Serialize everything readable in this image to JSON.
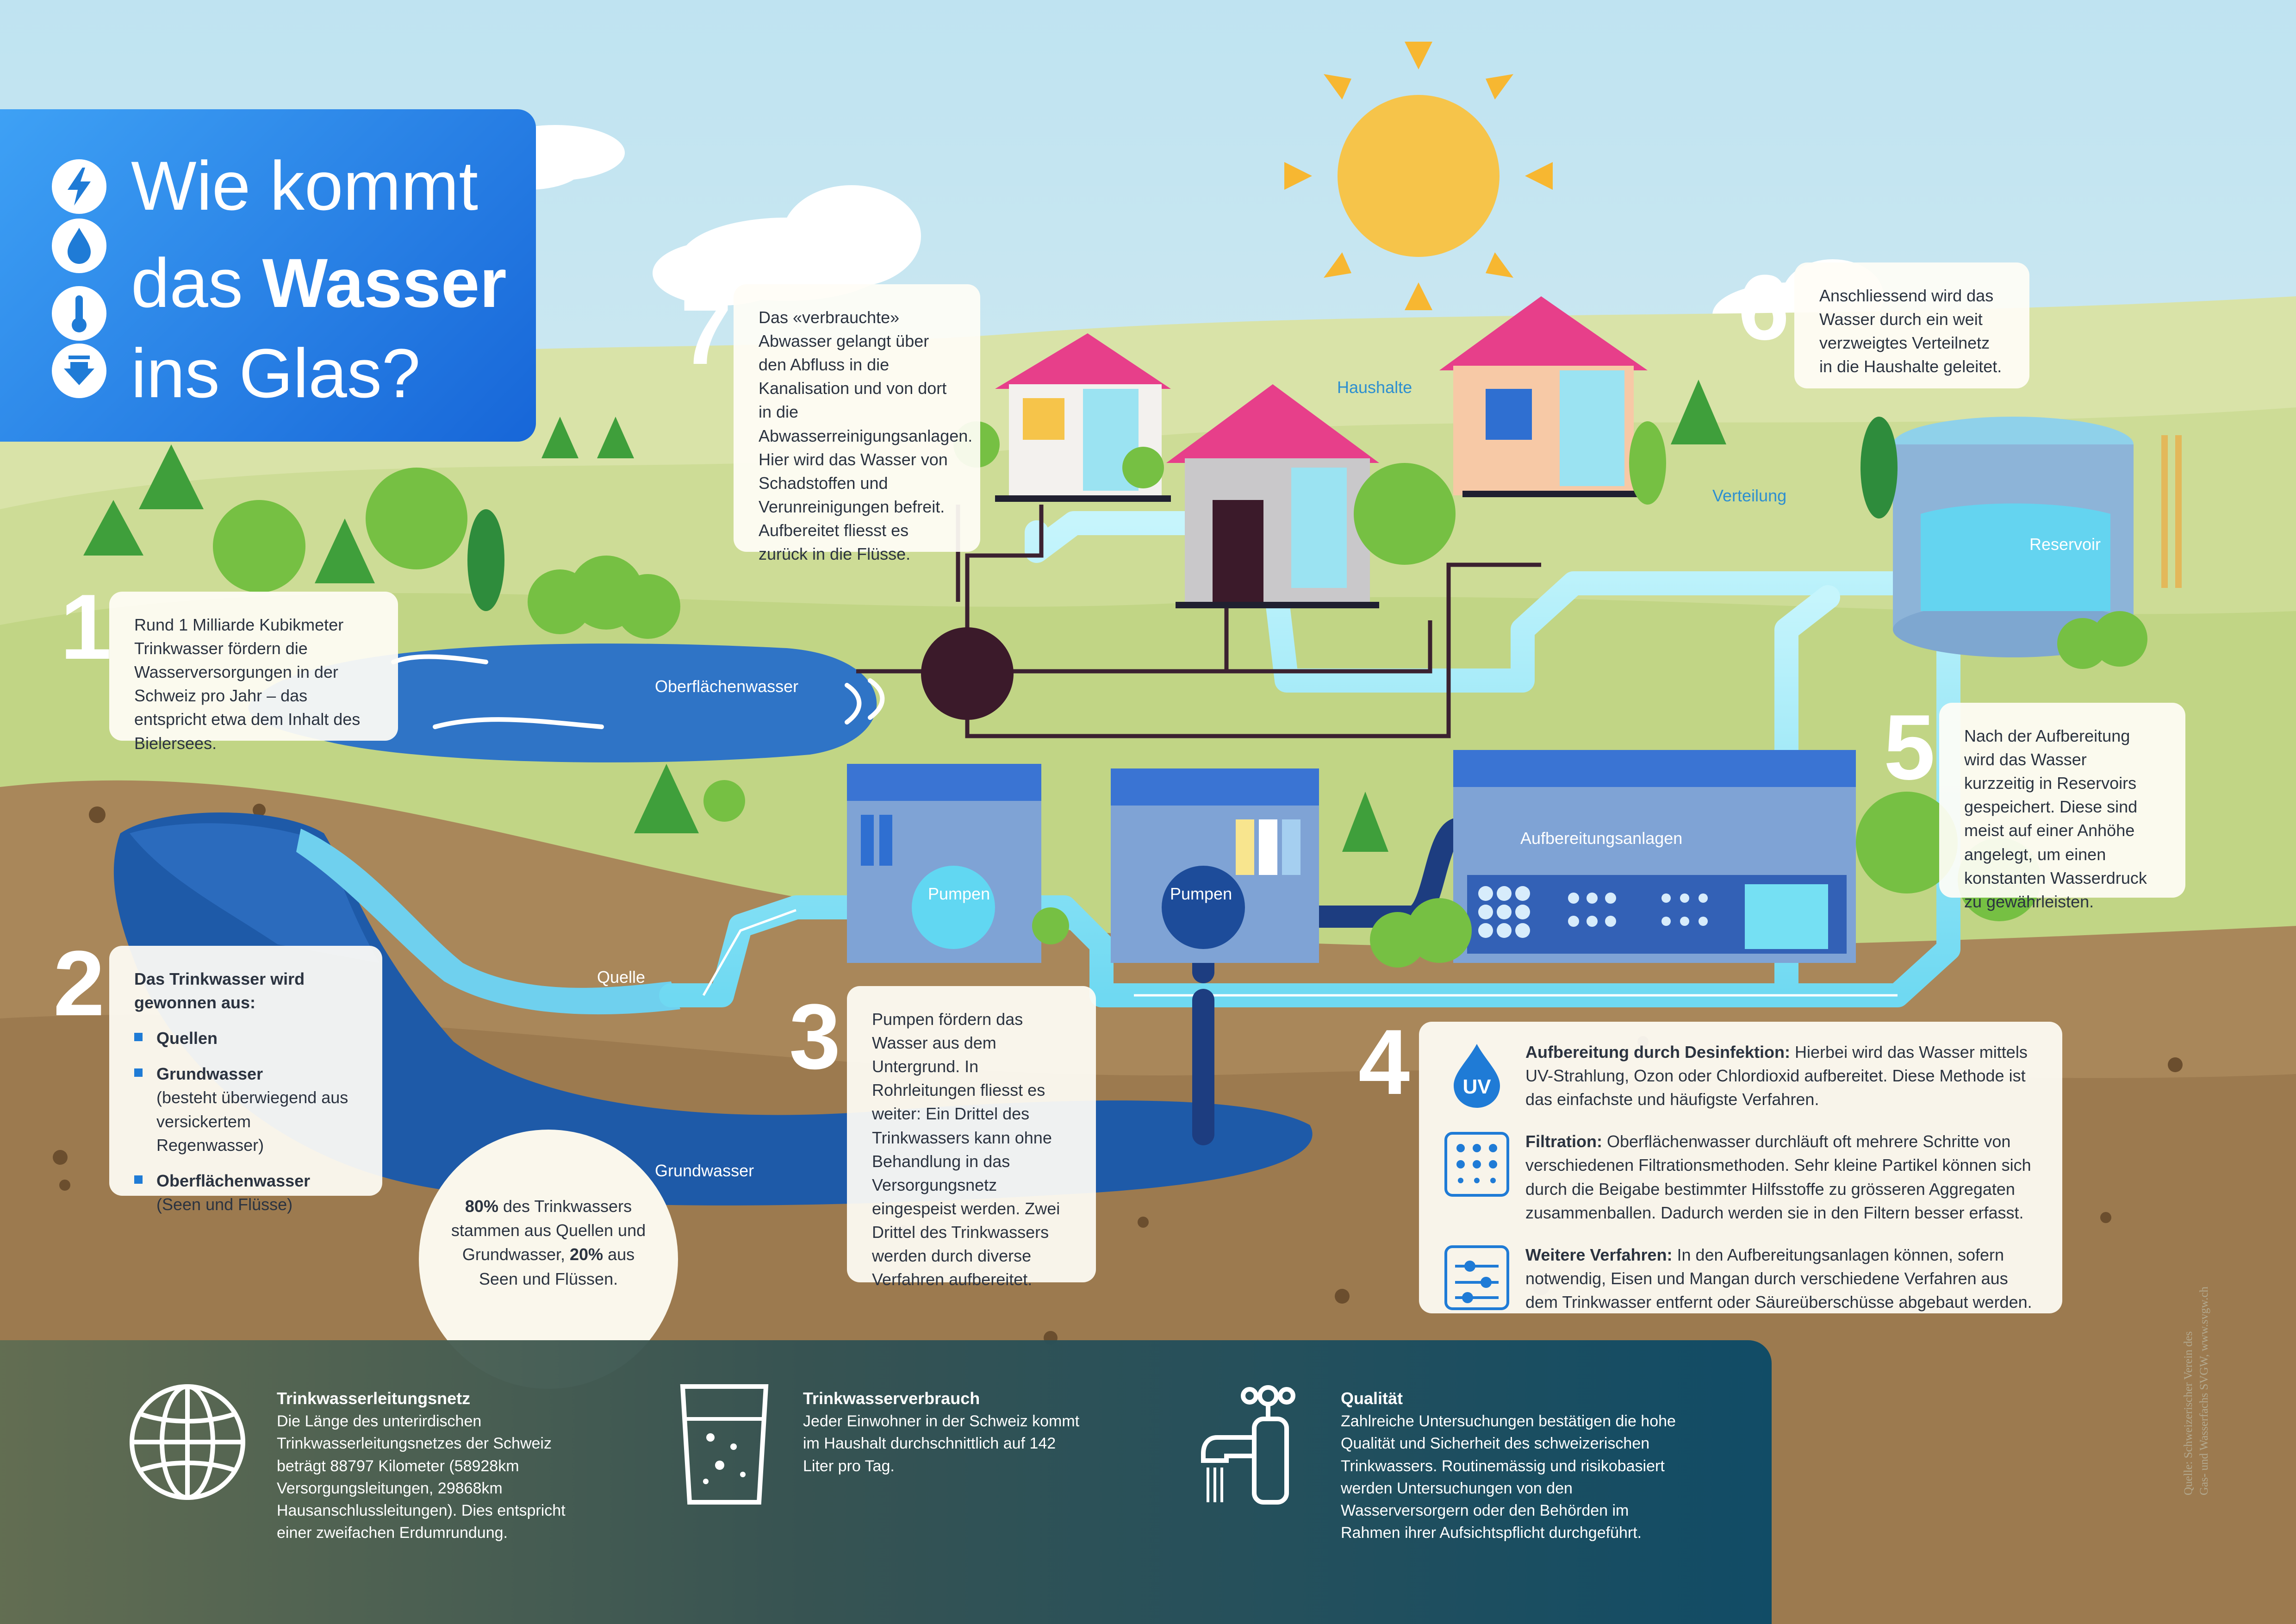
{
  "title": {
    "line1": "Wie kommt",
    "line2_pre": "das",
    "line2_bold": "Wasser",
    "line3": "ins Glas?",
    "icons": [
      "lightning-icon",
      "water-drop-icon",
      "thermometer-icon",
      "download-icon"
    ]
  },
  "labels": {
    "haushalte": "Haushalte",
    "verteilung": "Verteilung",
    "reservoir": "Reservoir",
    "oberflaechenwasser": "Oberflächenwasser",
    "aufbereitungsanlagen": "Aufbereitungsanlagen",
    "pumpen1": "Pumpen",
    "pumpen2": "Pumpen",
    "quelle": "Quelle",
    "grundwasser": "Grundwasser"
  },
  "steps": {
    "s1": {
      "num": "1",
      "text": "Rund 1 Milliarde Kubikmeter Trinkwasser fördern die Wasserversorgungen in der Schweiz pro Jahr – das entspricht etwa dem Inhalt des Bielersees."
    },
    "s2": {
      "num": "2",
      "heading": "Das Trinkwasser wird gewonnen aus:",
      "item1": "Quellen",
      "item2_title": "Grundwasser",
      "item2_sub": "(besteht überwiegend aus versickertem Regenwasser)",
      "item3_title": "Oberflächenwasser",
      "item3_sub": "(Seen und Flüsse)"
    },
    "s3": {
      "num": "3",
      "text": "Pumpen fördern das Wasser aus dem Untergrund. In Rohrleitungen fliesst es weiter: Ein Drittel des Trinkwassers kann ohne Behandlung in das Versorgungsnetz eingespeist werden. Zwei Drittel des Trinkwassers werden durch diverse Verfahren aufbereitet."
    },
    "s4": {
      "num": "4",
      "uv_label": "UV",
      "r1_title": "Aufbereitung durch Desinfektion:",
      "r1_text": "Hierbei wird das Wasser mittels UV-Strahlung, Ozon oder Chlordioxid aufbereitet. Diese Methode ist das einfachste und häufigste Verfahren.",
      "r2_title": "Filtration:",
      "r2_text": "Oberflächenwasser durchläuft oft mehrere Schritte von verschiedenen Filtrationsmethoden. Sehr kleine Partikel können sich durch die Beigabe bestimmter Hilfsstoffe zu grösseren Aggregaten zusammenballen. Dadurch werden sie in den Filtern besser erfasst.",
      "r3_title": "Weitere Verfahren:",
      "r3_text": "In den Aufbereitungsanlagen können, sofern notwendig, Eisen und Mangan durch verschiedene Verfahren aus dem Trinkwasser entfernt oder Säureüberschüsse abgebaut werden."
    },
    "s5": {
      "num": "5",
      "text": "Nach der Aufbereitung wird das Wasser kurzzeitig in Reservoirs gespeichert. Diese sind meist auf einer Anhöhe angelegt, um einen konstanten Wasserdruck zu gewährleisten."
    },
    "s6": {
      "num": "6",
      "text": "Anschliessend wird das Wasser durch ein weit verzweigtes Verteilnetz in die Haushalte geleitet."
    },
    "s7": {
      "num": "7",
      "text": "Das «verbrauchte» Abwasser gelangt über den Abfluss in die Kanalisation und von dort in die Abwasserreinigungsanlagen. Hier wird das Wasser von Schadstoffen und Verunreinigungen befreit. Aufbereitet fliesst es zurück in die Flüsse."
    }
  },
  "share": {
    "pct1": "80%",
    "text1": "des Trinkwassers stammen aus Quellen und Grundwasser,",
    "pct2": "20%",
    "text2": "aus Seen und Flüssen."
  },
  "footer": {
    "c1_title": "Trinkwasserleitungsnetz",
    "c1_text": "Die Länge des unterirdischen Trinkwasserleitungsnetzes der Schweiz beträgt 88797 Kilometer (58928km Versorgungsleitungen, 29868km Hausanschlussleitungen). Dies entspricht einer zweifachen Erdumrundung.",
    "c2_title": "Trinkwasserverbrauch",
    "c2_text": "Jeder Einwohner in der Schweiz kommt im Haushalt durchschnittlich auf 142 Liter pro Tag.",
    "c3_title": "Qualität",
    "c3_text": "Zahlreiche Untersuchungen bestätigen die hohe Qualität und Sicherheit des schweizerischen Trinkwassers. Routinemässig und risikobasiert werden Untersuchungen von den Wasserversorgern oder den Behörden im Rahmen ihrer Aufsichtspflicht durchgeführt."
  },
  "credit": {
    "line1": "Quelle: Schweizerischer Verein des",
    "line2": "Gas- und Wasserfachs SVGW, www.svgw.ch"
  },
  "colors": {
    "sky": "#d6ecf3",
    "grass": "#c9d98f",
    "soil": "#a9875a",
    "water": "#2f74c6",
    "pipe": "#8ce8f7",
    "title_blue": "#1f7bd6",
    "footer_teal": "#114c66"
  }
}
